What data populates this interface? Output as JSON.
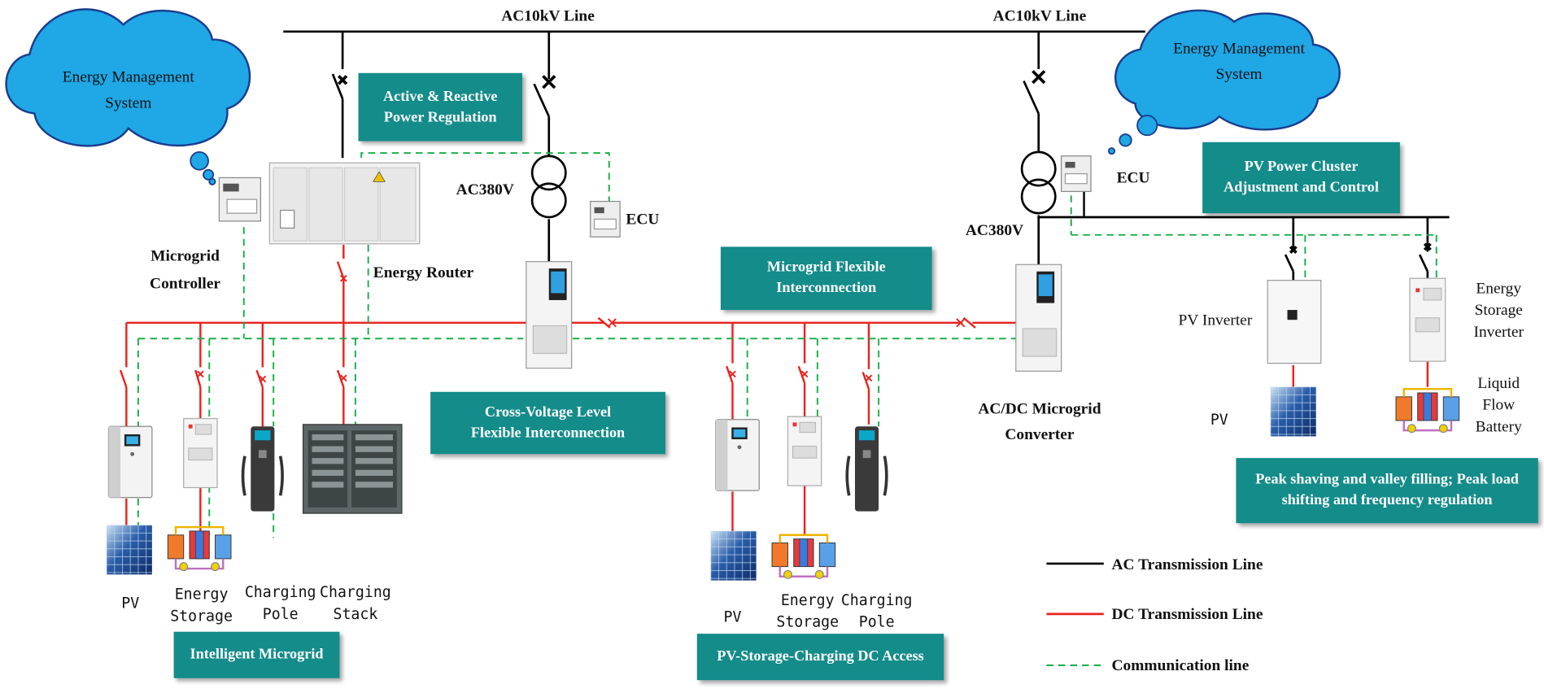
{
  "colors": {
    "ac_line": "#000000",
    "dc_line": "#e8231f",
    "comm_line": "#1ab04a",
    "box_fill": "#138c8a",
    "cloud_fill": "#1fa7e6",
    "cloud_stroke": "#1a3d8f"
  },
  "grid": {
    "ac10kv_left": "AC10kV Line",
    "ac10kv_right": "AC10kV Line",
    "ac380v_left": "AC380V",
    "ac380v_right": "AC380V"
  },
  "clouds": {
    "left": "Energy Management\nSystem",
    "right": "Energy Management\nSystem"
  },
  "devices": {
    "microgrid_controller": "Microgrid\nController",
    "energy_router": "Energy Router",
    "ecu_left": "ECU",
    "ecu_right": "ECU",
    "acdc_converter": "AC/DC Microgrid\nConverter",
    "pv_inverter": "PV Inverter",
    "storage_inverter": "Energy\nStorage\nInverter",
    "liquid_battery": "Liquid\nFlow\nBattery",
    "pv_right": "PV"
  },
  "left_group": {
    "pv": "PV",
    "storage": "Energy\nStorage",
    "pole": "Charging\nPole",
    "stack": "Charging\nStack"
  },
  "middle_group": {
    "pv": "PV",
    "storage": "Energy\nStorage",
    "pole": "Charging\nPole"
  },
  "boxes": {
    "power_regulation": "Active & Reactive\nPower Regulation",
    "cross_voltage": "Cross-Voltage Level\nFlexible Interconnection",
    "flexible_interconnection": "Microgrid Flexible\nInterconnection",
    "pv_cluster": "PV Power Cluster\nAdjustment and Control",
    "peak_shaving": "Peak shaving and valley filling; Peak load\nshifting and frequency regulation",
    "intelligent_microgrid": "Intelligent Microgrid",
    "pv_storage_charging": "PV-Storage-Charging DC Access"
  },
  "legend": {
    "ac": "AC Transmission Line",
    "dc": "DC Transmission Line",
    "comm": "Communication line"
  }
}
